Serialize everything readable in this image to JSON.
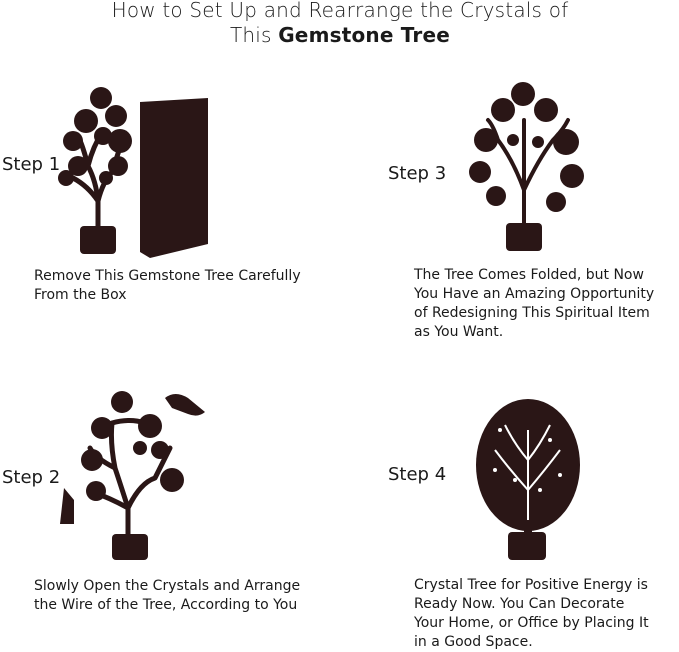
{
  "title": {
    "line1": "How to Set Up and Rearrange the Crystals of",
    "line2_prefix": "This ",
    "line2_bold": "Gemstone Tree"
  },
  "steps": [
    {
      "label": "Step 1",
      "caption": "Remove This Gemstone Tree Carefully\nFrom the Box"
    },
    {
      "label": "Step 2",
      "caption": "Slowly Open the Crystals and Arrange\nthe Wire of the Tree, According to You"
    },
    {
      "label": "Step 3",
      "caption": "The Tree Comes Folded, but Now\nYou Have an Amazing Opportunity\nof Redesigning This Spiritual Item\nas You Want."
    },
    {
      "label": "Step 4",
      "caption": "Crystal Tree for Positive Energy is\nReady Now. You Can Decorate\nYour Home, or Office by Placing It\nin a Good Space."
    }
  ],
  "colors": {
    "ink": "#2a1616",
    "text": "#1a1a1a",
    "background": "#ffffff"
  }
}
